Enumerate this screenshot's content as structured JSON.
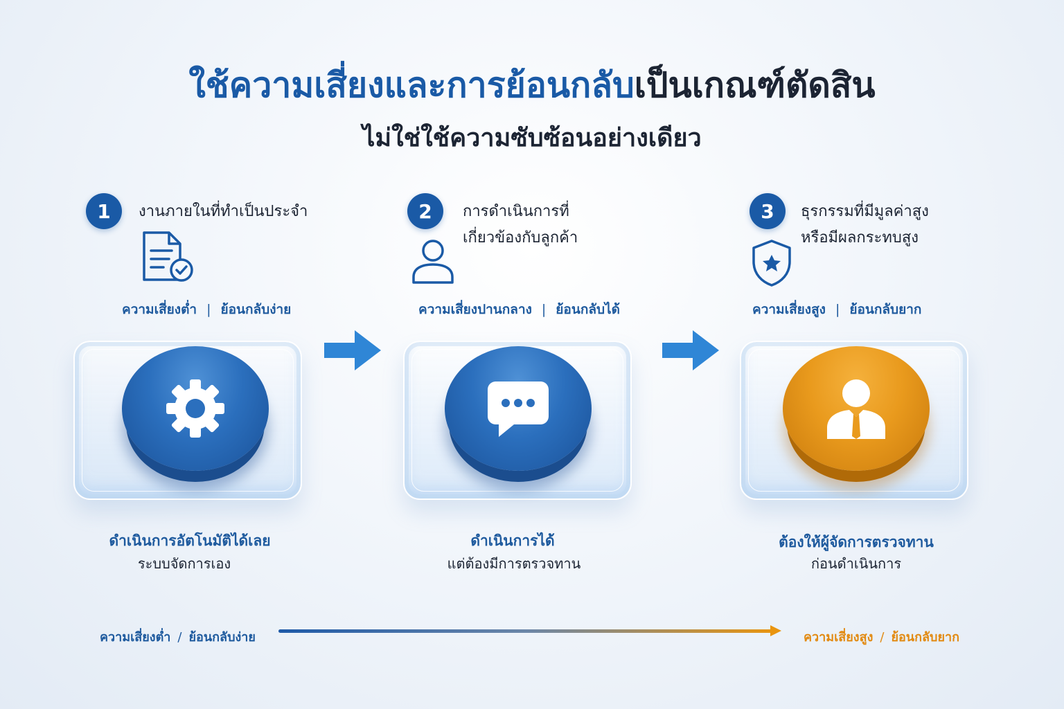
{
  "header": {
    "title_highlight": "ใช้ความเสี่ยงและการย้อนกลับ",
    "title_rest": "เป็นเกณฑ์ตัดสิน",
    "subtitle": "ไม่ใช่ใช้ความซับซ้อนอย่างเดียว"
  },
  "steps": [
    {
      "number": "1",
      "title_lines": [
        "งานภายในที่ทำเป็นประจำ"
      ],
      "line_icon": "document-check-icon",
      "risk": "ความเสี่ยงต่ำ",
      "reversibility": "ย้อนกลับง่าย",
      "separator": "|",
      "button_icon": "gear-icon",
      "color": "#1a5aa6",
      "outcome": "ดำเนินการอัตโนมัติได้เลย",
      "outcome_detail": "ระบบจัดการเอง"
    },
    {
      "number": "2",
      "title_lines": [
        "การดำเนินการที่",
        "เกี่ยวข้องกับลูกค้า"
      ],
      "line_icon": "user-icon",
      "risk": "ความเสี่ยงปานกลาง",
      "reversibility": "ย้อนกลับได้",
      "separator": "|",
      "button_icon": "chat-bubble-icon",
      "color": "#1a5aa6",
      "outcome": "ดำเนินการได้",
      "outcome_detail": "แต่ต้องมีการตรวจทาน"
    },
    {
      "number": "3",
      "title_lines": [
        "ธุรกรรมที่มีมูลค่าสูง",
        "หรือมีผลกระทบสูง"
      ],
      "line_icon": "shield-star-icon",
      "risk": "ความเสี่ยงสูง",
      "reversibility": "ย้อนกลับยาก",
      "separator": "|",
      "button_icon": "manager-icon",
      "color": "#e99a1d",
      "outcome": "ต้องให้ผู้จัดการตรวจทาน",
      "outcome_detail": "ก่อนดำเนินการ"
    }
  ],
  "scale": {
    "left_risk": "ความเสี่ยงต่ำ",
    "left_reversibility": "ย้อนกลับง่าย",
    "right_risk": "ความเสี่ยงสูง",
    "right_reversibility": "ย้อนกลับยาก",
    "separator": "/",
    "start_color": "#1e5aa8",
    "end_color": "#e9950f"
  }
}
